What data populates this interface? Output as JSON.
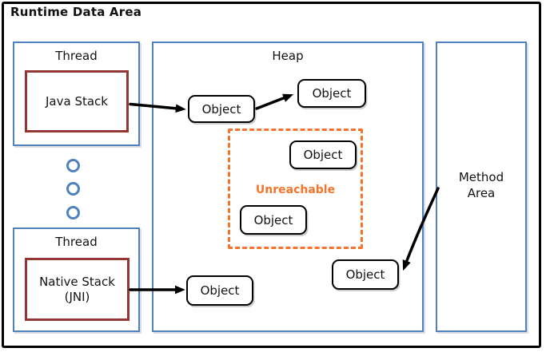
{
  "title": "Runtime Data Area",
  "colors": {
    "container_blue": "#4f81bd",
    "stack_maroon": "#943634",
    "unreachable_orange": "#f4742b",
    "arrow_black": "#000000"
  },
  "threads": {
    "top": {
      "label": "Thread",
      "stack_label": "Java Stack"
    },
    "bottom": {
      "label": "Thread",
      "stack_label_line1": "Native Stack",
      "stack_label_line2": "(JNI)"
    }
  },
  "heap": {
    "label": "Heap"
  },
  "method_area": {
    "label_line1": "Method",
    "label_line2": "Area"
  },
  "unreachable_region": {
    "label": "Unreachable"
  },
  "objects": [
    "Object",
    "Object",
    "Object",
    "Object",
    "Object",
    "Object"
  ]
}
